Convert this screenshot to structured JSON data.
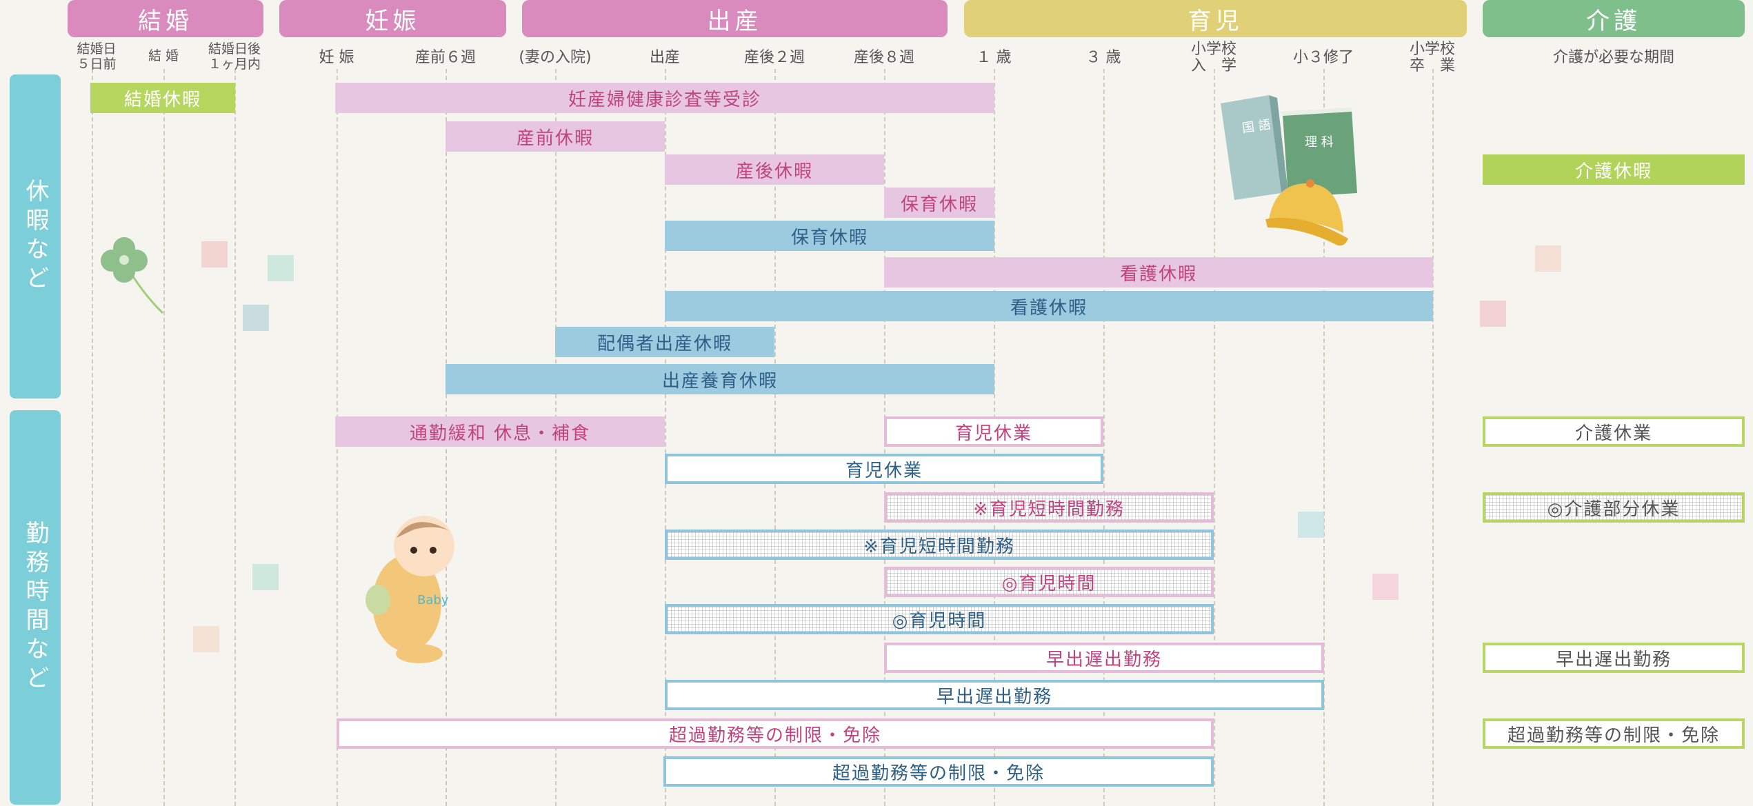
{
  "colors": {
    "marriage": "#d98bbd",
    "pregnancy": "#d98bbd",
    "birth": "#d98bbd",
    "childcare": "#e0d077",
    "caregiving": "#7fbf8c",
    "section": "#7ccfd9",
    "pink_fill": "#e6c6e0",
    "blue_fill": "#9ccbe0",
    "green_fill": "#b6d65f"
  },
  "phases": {
    "marriage": "結婚",
    "pregnancy": "妊娠",
    "birth": "出産",
    "childcare": "育児",
    "caregiving": "介護"
  },
  "ticks": {
    "t1": "結婚日\n５日前",
    "t2": "結 婚",
    "t3": "結婚日後\n１ヶ月内",
    "t4": "妊 娠",
    "t5": "産前６週",
    "t6": "(妻の入院)",
    "t7": "出産",
    "t8": "産後２週",
    "t9": "産後８週",
    "t10": "１ 歳",
    "t11": "３ 歳",
    "t12": "小学校\n入　学",
    "t13": "小３修了",
    "t14": "小学校\n卒　業",
    "t15": "介護が必要な期間"
  },
  "sections": {
    "leave": "休暇など",
    "worktime": "勤務時間など"
  },
  "bars": {
    "marriage_leave": "結婚休暇",
    "checkup": "妊産婦健康診査等受診",
    "prenatal": "産前休暇",
    "postnatal": "産後休暇",
    "nursing_pink": "保育休暇",
    "nursing_blue": "保育休暇",
    "sickcare_pink": "看護休暇",
    "sickcare_blue": "看護休暇",
    "spouse_birth": "配偶者出産休暇",
    "birth_childrearing": "出産養育休暇",
    "care_leave": "介護休暇",
    "commute": "通勤緩和 休息・補食",
    "childcare_leave_pink": "育児休業",
    "childcare_leave_blue": "育児休業",
    "care_leave2": "介護休業",
    "short_pink": "※育児短時間勤務",
    "short_blue": "※育児短時間勤務",
    "care_partial": "◎介護部分休業",
    "childcare_time_pink": "◎育児時間",
    "childcare_time_blue": "◎育児時間",
    "early_late_pink": "早出遅出勤務",
    "early_late_blue": "早出遅出勤務",
    "early_late_care": "早出遅出勤務",
    "overtime_pink": "超過勤務等の制限・免除",
    "overtime_blue": "超過勤務等の制限・免除",
    "overtime_care": "超過勤務等の制限・免除"
  },
  "illustrations": {
    "book1": "国 語",
    "book2": "理 科",
    "baby_shirt": "Baby"
  },
  "icons": [
    "clover-icon",
    "books-icon",
    "school-hat-icon",
    "baby-icon"
  ]
}
